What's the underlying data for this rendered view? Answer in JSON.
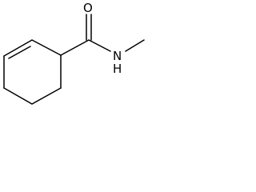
{
  "molecule": {
    "atoms": {
      "oxygen": "O",
      "nitrogen": "N",
      "hydrogen": "H"
    },
    "colors": {
      "bond": "#000000",
      "background": "#ffffff"
    }
  }
}
